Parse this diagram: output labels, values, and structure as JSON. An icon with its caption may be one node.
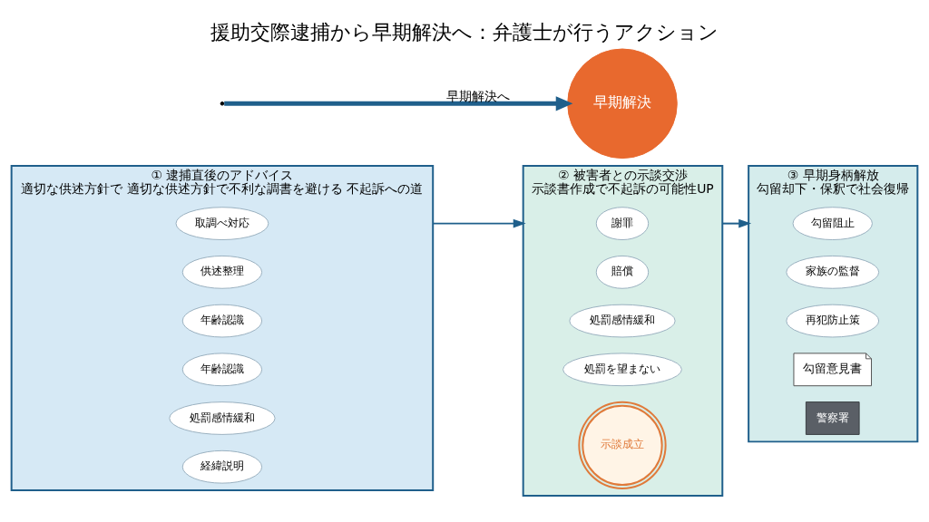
{
  "diagram": {
    "title": "援助交際逮捕から早期解決へ：弁護士が行うアクション",
    "nodes": [
      {
        "text": [
          "① 逮捕直後のアドバイス",
          "適切な供述方針で 適切な供述方針で不利な調書を避ける 不起訴への道"
        ]
      },
      {
        "text": [
          "取調べ対応"
        ],
        "in": 0
      },
      {
        "text": [
          "供述整理"
        ],
        "in": 0
      },
      {
        "text": [
          "年齢認識"
        ],
        "in": 0
      },
      {
        "text": [
          "年齢認識"
        ],
        "in": 0
      },
      {
        "text": [
          "処罰感情緩和"
        ],
        "in": 0
      },
      {
        "text": [
          "経緯説明"
        ],
        "in": 0
      },
      {
        "text": [
          "② 被害者との示談交渉",
          "示談書作成で不起訴の可能性UP"
        ]
      },
      {
        "text": [
          "謝罪"
        ],
        "in": 7
      },
      {
        "text": [
          "賠償"
        ],
        "in": 7
      },
      {
        "text": [
          "処罰感情緩和"
        ],
        "in": 7
      },
      {
        "text": [
          "処罰を望まない"
        ],
        "in": 7
      },
      {
        "text": [
          "示談成立"
        ],
        "in": 7
      },
      {
        "text": [
          "③ 早期身柄解放",
          "勾留却下・保釈で社会復帰"
        ]
      },
      {
        "text": [
          "勾留阻止"
        ],
        "in": 13
      },
      {
        "text": [
          "家族の監督"
        ],
        "in": 13
      },
      {
        "text": [
          "再犯防止策"
        ],
        "in": 13
      },
      {
        "text": [
          "勾留意見書"
        ],
        "in": 13
      },
      {
        "text": [
          "警察署"
        ],
        "in": 13
      },
      {
        "text": [
          "早期解決"
        ]
      }
    ],
    "edges": [
      {
        "from": 0,
        "to": 7,
        "arrow": "to"
      },
      {
        "from": 7,
        "to": 13,
        "arrow": "to"
      },
      {
        "from": null,
        "to": 19,
        "arrow": "to",
        "label": "早期解決へ",
        "style": "thick"
      }
    ]
  }
}
